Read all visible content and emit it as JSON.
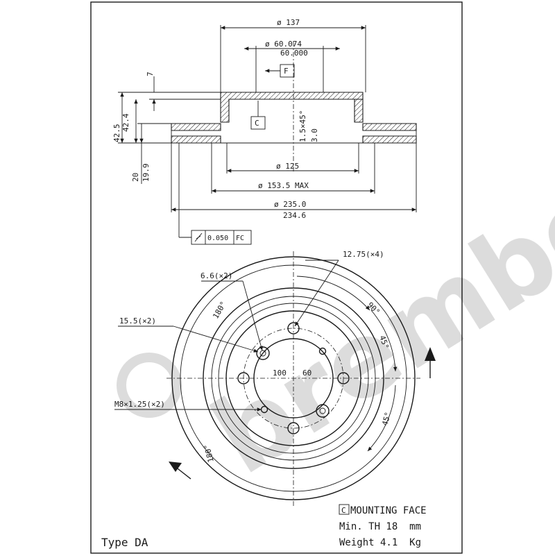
{
  "drawing": {
    "dims_top": {
      "d137": "ø 137",
      "d60074": "ø 60.074",
      "d60000": "60.000",
      "f_label": "F",
      "c_label": "C",
      "d125": "ø 125",
      "d153": "ø 153.5 MAX",
      "d235": "ø 235.0",
      "d234": "234.6",
      "chamfer": "1.5×45°",
      "thick": "3.0",
      "h7": "7",
      "h425": "42.5",
      "h424": "42.4",
      "h20": "20",
      "h199": "19.9",
      "tol_val": "0.050",
      "tol_ref": "FC"
    },
    "dims_bottom": {
      "holes4": "12.75(×4)",
      "holes66": "6.6(×2)",
      "holes155": "15.5(×2)",
      "thread": "M8×1.25(×2)",
      "ang90": "90°",
      "ang45a": "45°",
      "ang45b": "45°",
      "ang180a": "180°",
      "ang180b": "180°",
      "pcd100": "100",
      "pcd60": "60"
    },
    "legend": {
      "c_box": "C",
      "mounting": "MOUNTING FACE",
      "min_th": "Min. TH 18  mm",
      "weight": "Weight 4.1  Kg"
    },
    "type_label": "Type DA",
    "watermark": "brembo"
  }
}
